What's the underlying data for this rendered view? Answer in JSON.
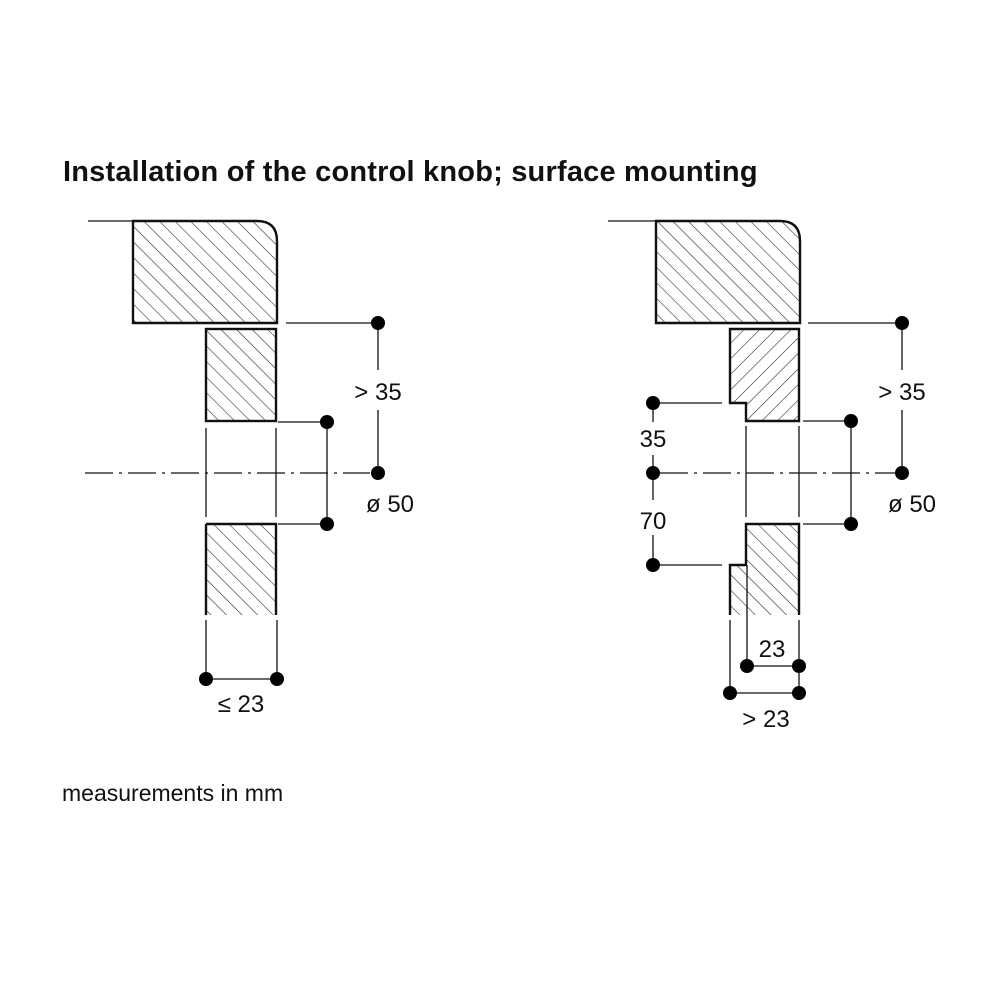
{
  "title": "Installation of the control knob; surface mounting",
  "note": "measurements in mm",
  "left_diagram": {
    "dim_gap": "> 35",
    "dim_diameter": "ø 50",
    "dim_width": "≤ 23"
  },
  "right_diagram": {
    "dim_gap": "> 35",
    "dim_diameter": "ø 50",
    "dim_upper": "35",
    "dim_lower": "70",
    "dim_inner_width": "23",
    "dim_outer_width": "> 23"
  }
}
